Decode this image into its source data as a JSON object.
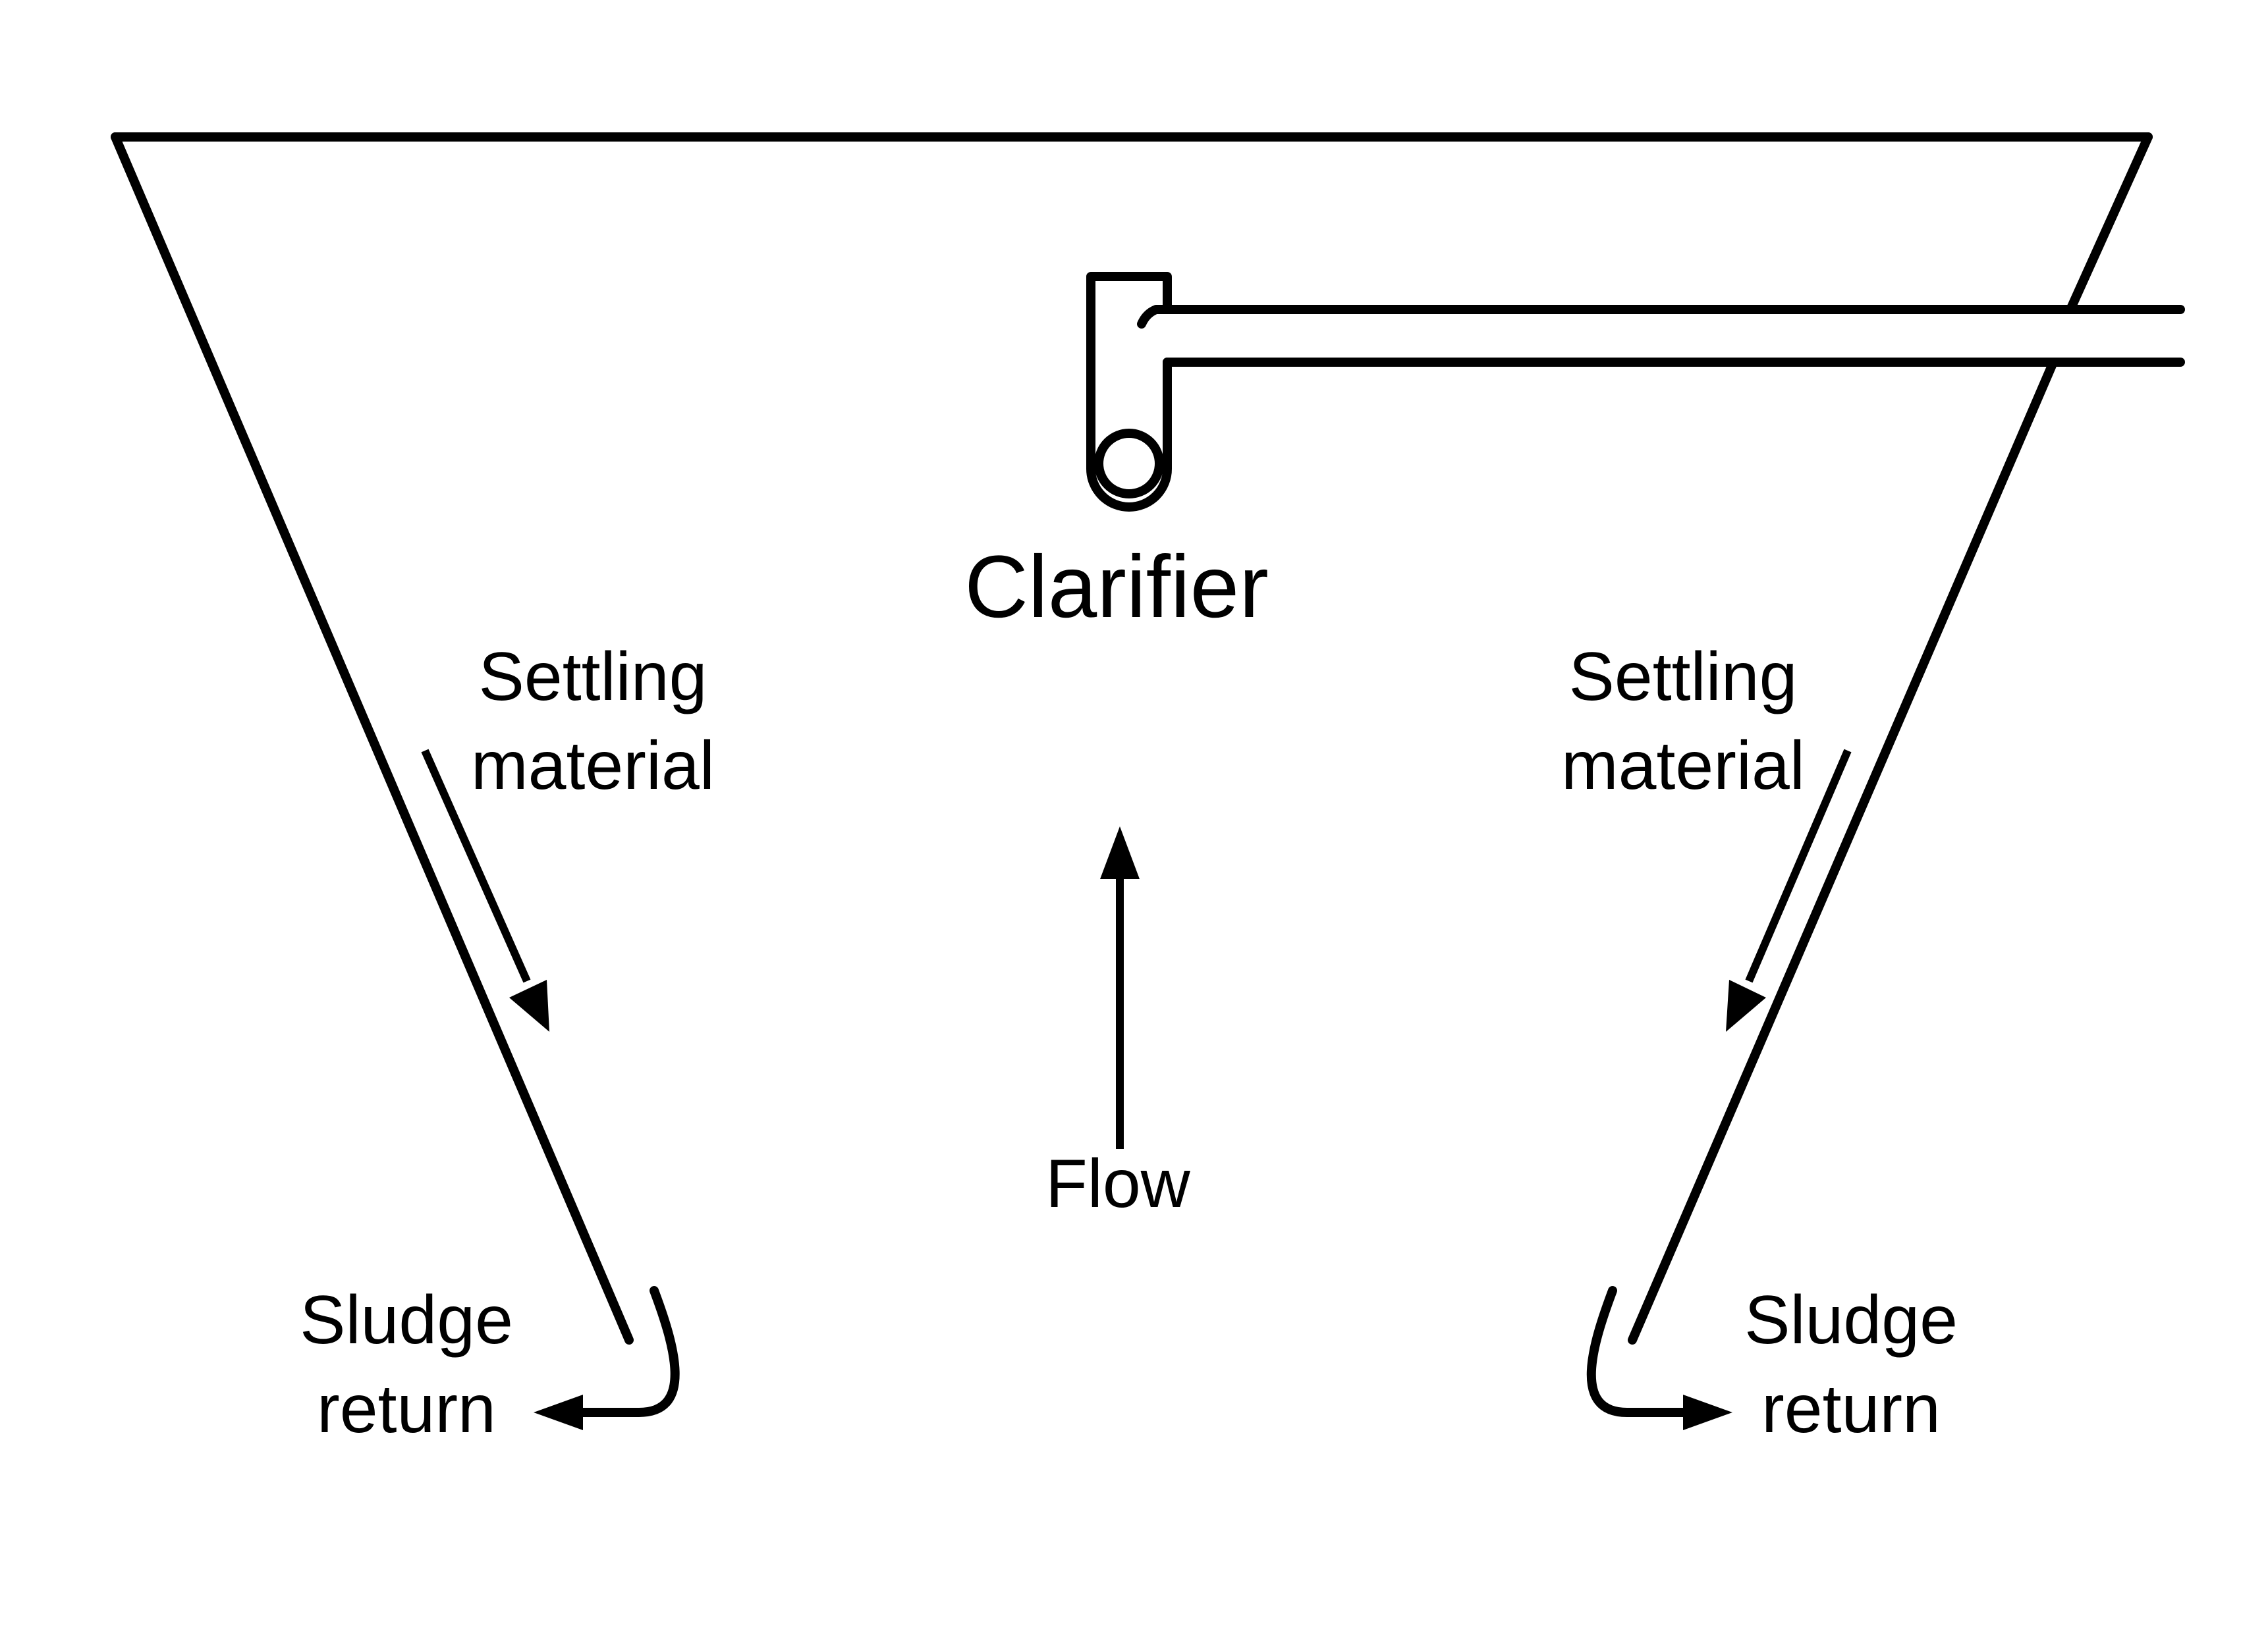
{
  "labels": {
    "clarifier": "Clarifier",
    "settling_left_line1": "Settling",
    "settling_left_line2": "material",
    "settling_right_line1": "Settling",
    "settling_right_line2": "material",
    "flow": "Flow",
    "sludge_left_line1": "Sludge",
    "sludge_left_line2": "return",
    "sludge_right_line1": "Sludge",
    "sludge_right_line2": "return"
  },
  "colors": {
    "stroke": "#000000",
    "background": "#ffffff"
  }
}
